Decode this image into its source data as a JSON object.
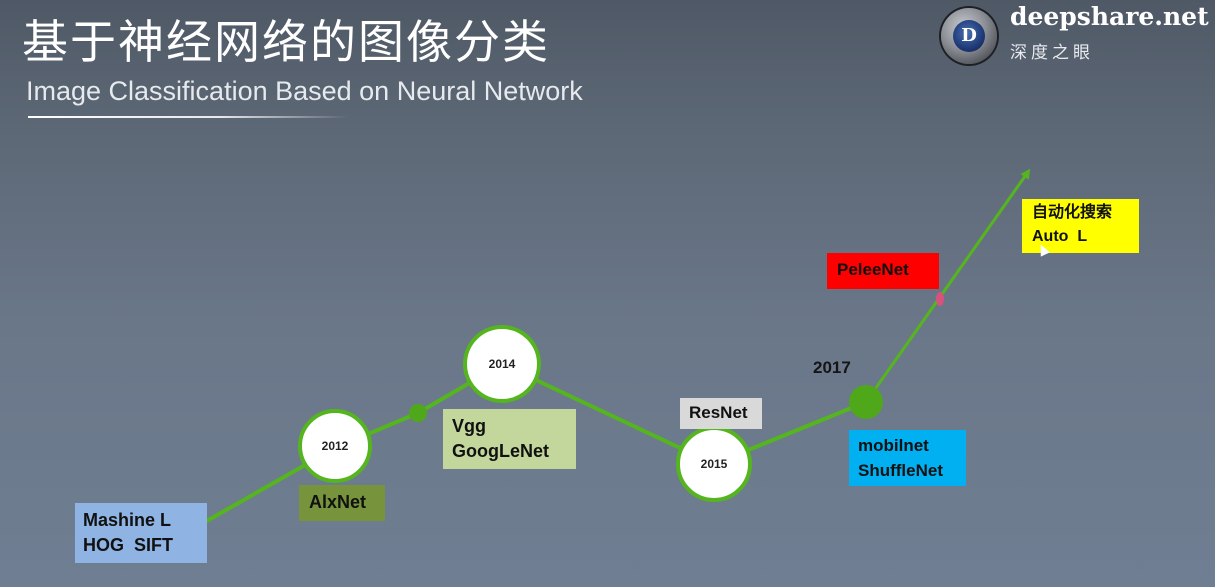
{
  "header": {
    "title_cn": "基于神经网络的图像分类",
    "title_en": "Image Classification Based on Neural Network"
  },
  "logo": {
    "letter": "D",
    "name": "deepshare.net",
    "subtitle": "深度之眼"
  },
  "timeline": {
    "nodes": [
      {
        "year": "2012"
      },
      {
        "year": "2014"
      },
      {
        "year": "2015"
      }
    ],
    "year_2017": "2017",
    "boxes": {
      "mashine": {
        "lines": [
          "Mashine L",
          "HOG  SIFT"
        ],
        "color": "#8fb4e3"
      },
      "alexnet": {
        "lines": [
          "AlxNet"
        ],
        "color": "#77933c"
      },
      "vgg": {
        "lines": [
          "Vgg",
          "GoogLeNet"
        ],
        "color": "#c3d69b"
      },
      "resnet": {
        "lines": [
          "ResNet"
        ],
        "color": "#d9d9d9"
      },
      "mobilenet": {
        "lines": [
          "mobilnet",
          "ShuffleNet"
        ],
        "color": "#00b0f0"
      },
      "peleenet": {
        "lines": [
          "PeleeNet"
        ],
        "color": "#ff0000"
      },
      "auto": {
        "lines": [
          "自动化搜索",
          "Auto  L"
        ],
        "color": "#ffff00"
      }
    },
    "colors": {
      "line": "#55b51e",
      "node_fill": "#ffffff",
      "node_border": "#55b51e",
      "dot": "#4fa81a",
      "pink_dot": "#d8527e"
    }
  }
}
